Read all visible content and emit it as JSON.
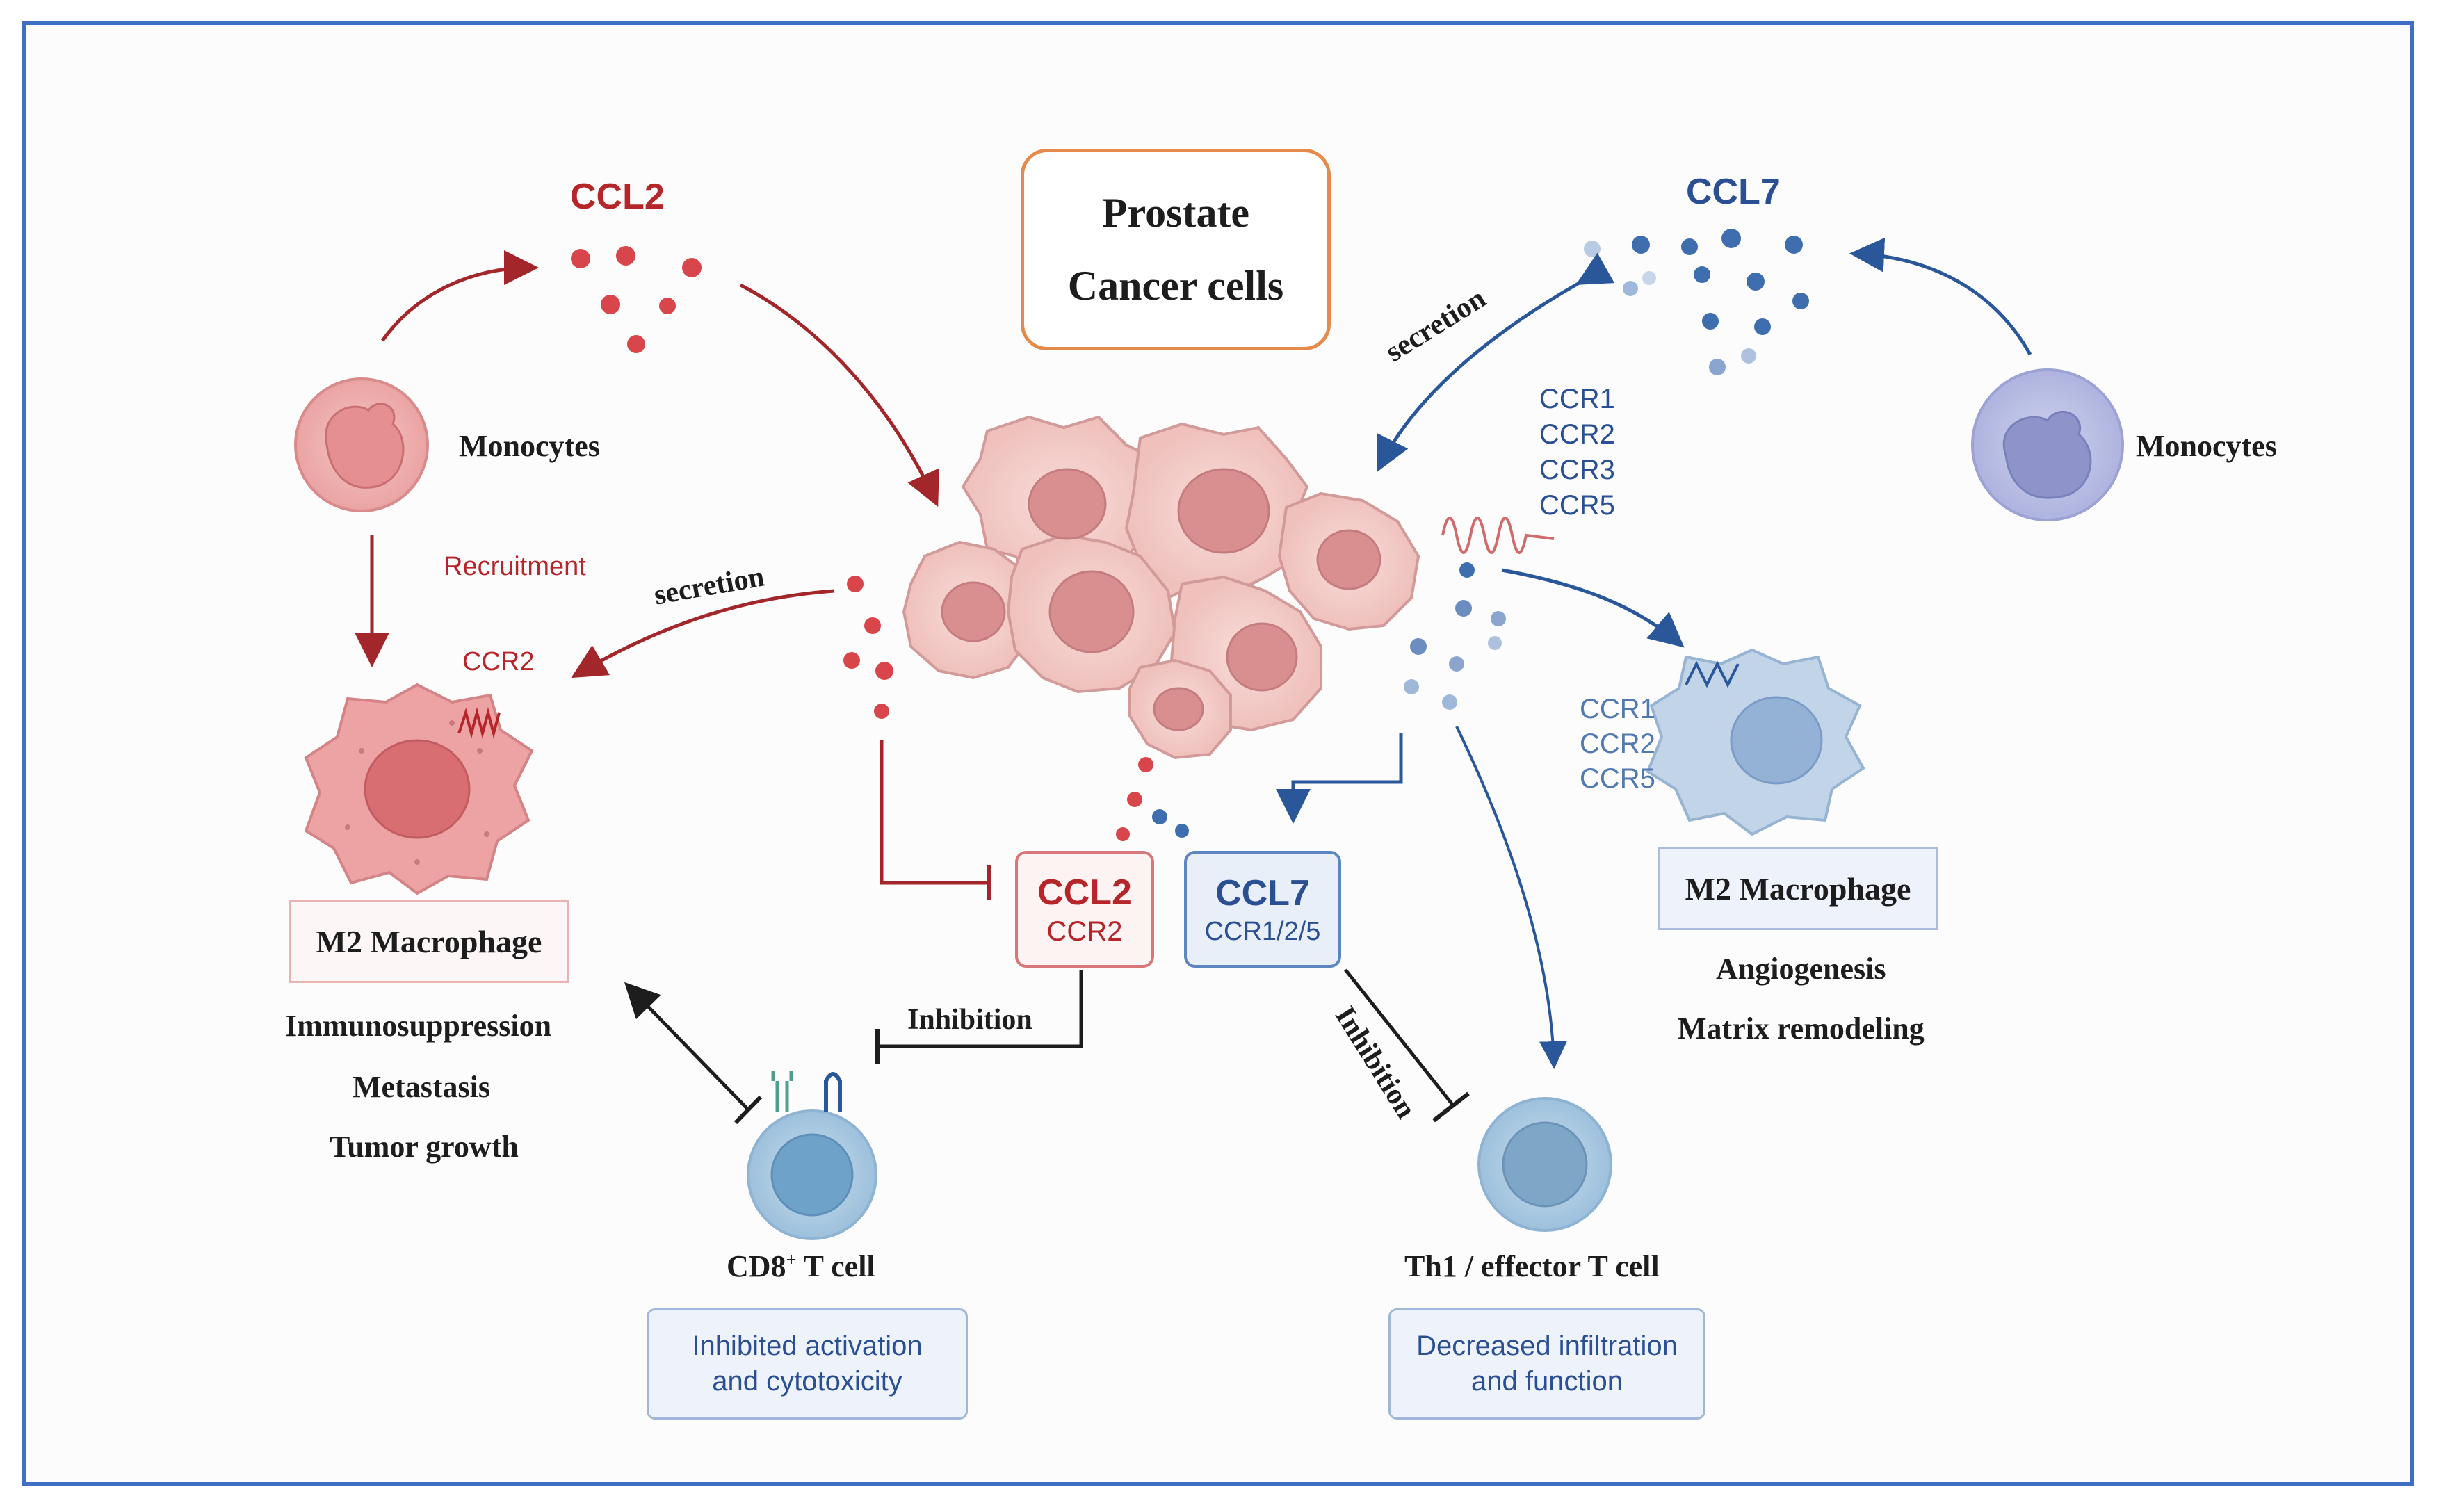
{
  "title_box": {
    "line1": "Prostate",
    "line2": "Cancer cells"
  },
  "left": {
    "ccl2_label": "CCL2",
    "monocytes": "Monocytes",
    "recruitment": "Recruitment",
    "secretion": "secretion",
    "ccr2": "CCR2",
    "m2_macrophage": "M2 Macrophage",
    "effects": [
      "Immunosuppression",
      "Metastasis",
      "Tumor growth"
    ]
  },
  "right": {
    "ccl7_label": "CCL7",
    "secretion": "secretion",
    "receptors_top": [
      "CCR1",
      "CCR2",
      "CCR3",
      "CCR5"
    ],
    "monocytes": "Monocytes",
    "receptors_mac": [
      "CCR1",
      "CCR2",
      "CCR5"
    ],
    "m2_macrophage": "M2 Macrophage",
    "effects": [
      "Angiogenesis",
      "Matrix remodeling"
    ]
  },
  "center": {
    "ccl2_box": {
      "ligand": "CCL2",
      "receptor": "CCR2"
    },
    "ccl7_box": {
      "ligand": "CCL7",
      "receptor": "CCR1/2/5"
    },
    "inhibition_left": "Inhibition",
    "inhibition_right": "Inhibition"
  },
  "bottom": {
    "cd8_label": "CD8",
    "cd8_sup": "+",
    "cd8_suffix": " T cell",
    "cd8_box": [
      "Inhibited activation",
      "and cytotoxicity"
    ],
    "th1_label": "Th1 / effector T cell",
    "th1_box": [
      "Decreased infiltration",
      "and function"
    ]
  },
  "colors": {
    "red": "#b5252a",
    "blue": "#2a4f92",
    "frame": "#3f6fc4",
    "title_border": "#e58a4a"
  }
}
